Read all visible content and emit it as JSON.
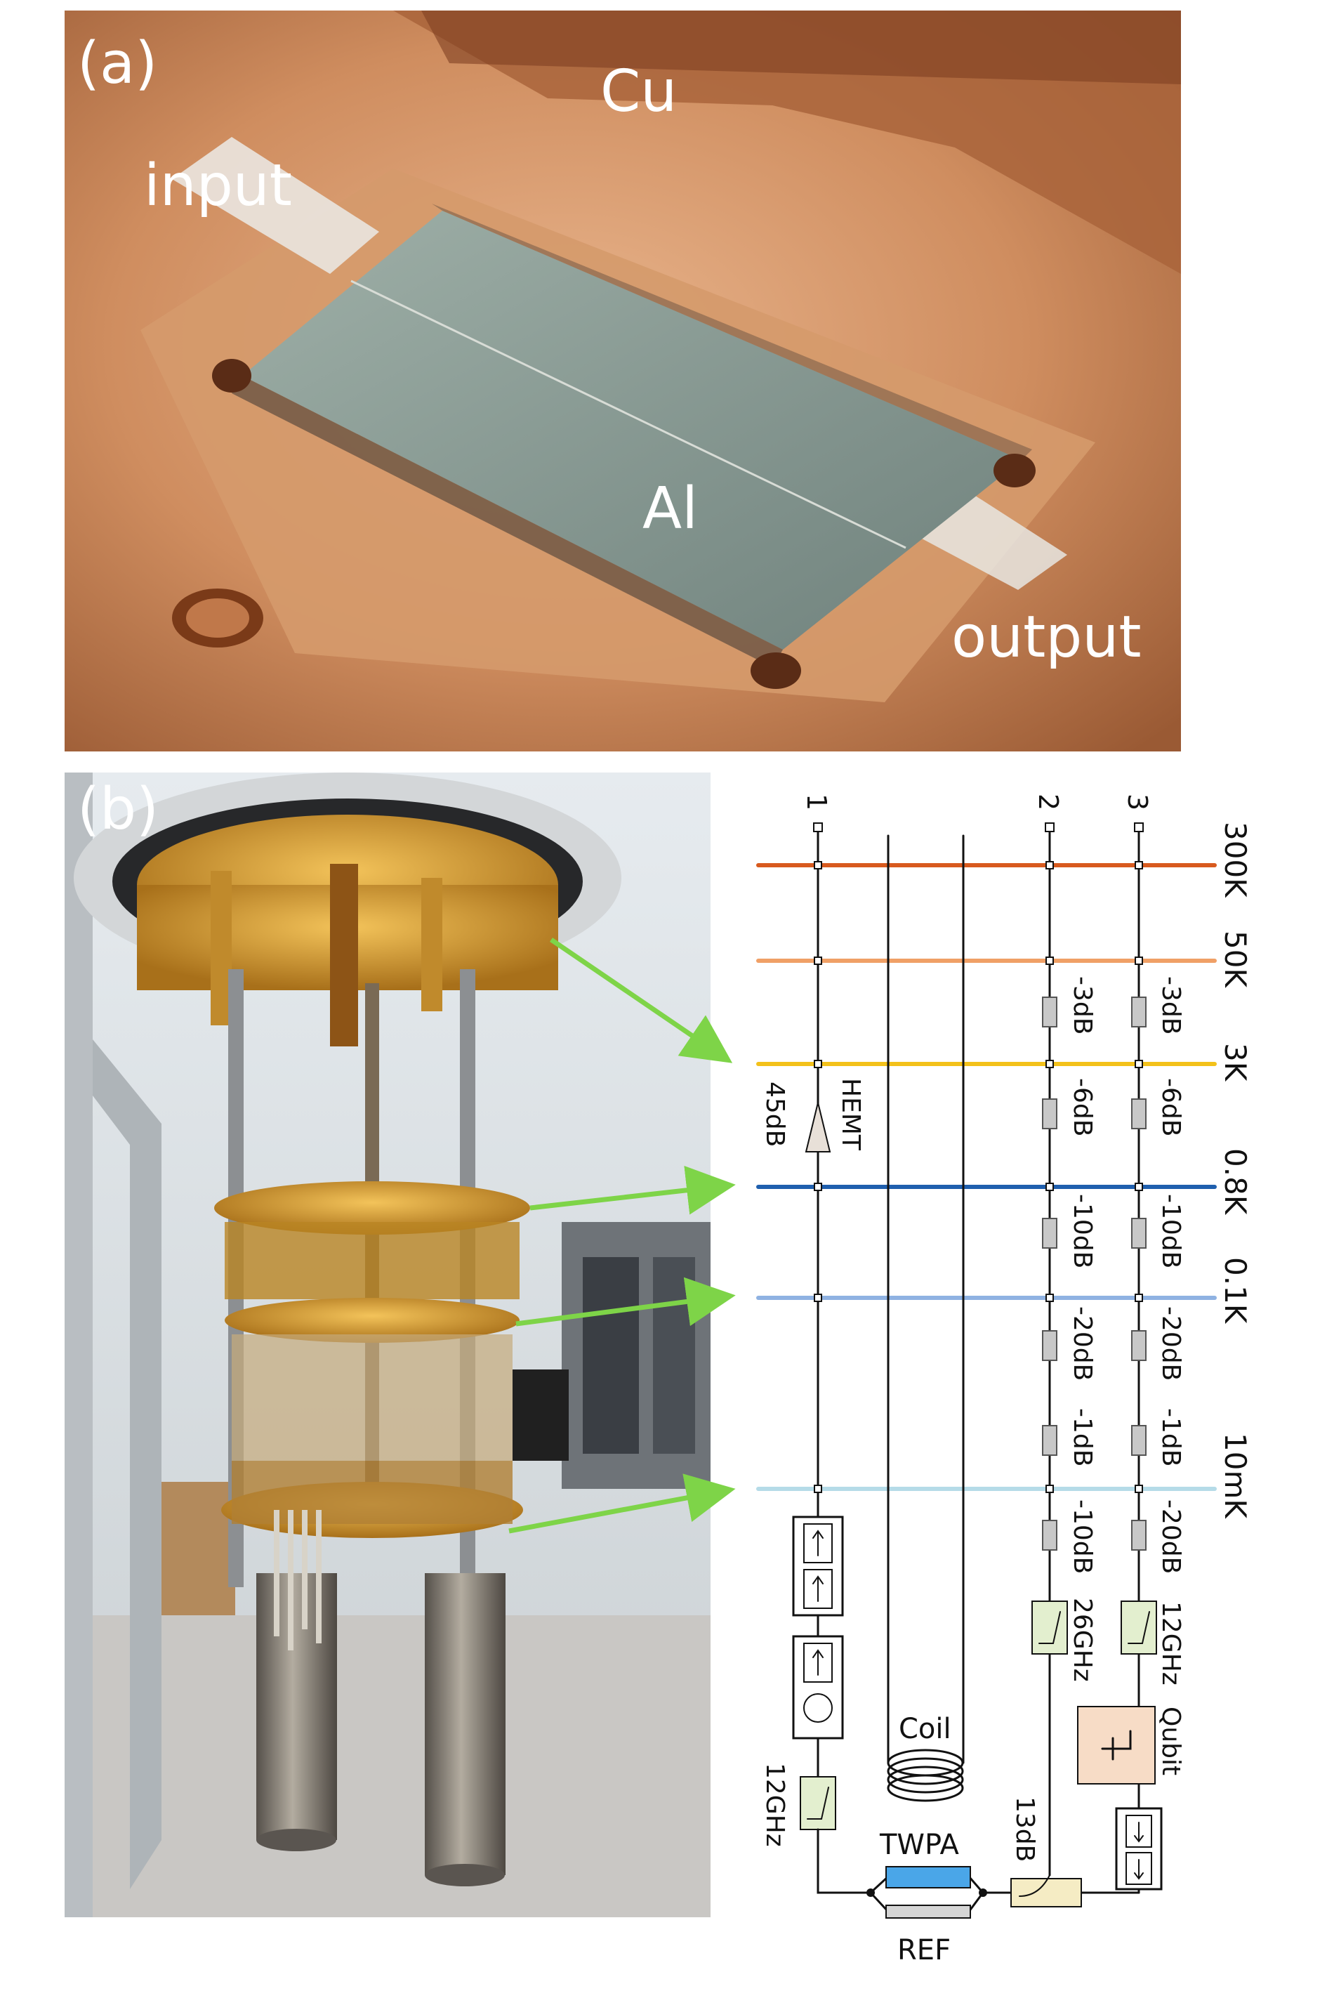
{
  "panel_a": {
    "label": "(a)",
    "cu_label": "Cu",
    "input_label": "input",
    "al_label": "Al",
    "output_label": "output"
  },
  "panel_b": {
    "label": "(b)",
    "arrow_color": "#7ed448",
    "temperature_stages": [
      {
        "name": "300K",
        "color": "#d85a1e"
      },
      {
        "name": "50K",
        "color": "#f0a066"
      },
      {
        "name": "3K",
        "color": "#f3c11a"
      },
      {
        "name": "0.8K",
        "color": "#1f5fae"
      },
      {
        "name": "0.1K",
        "color": "#8fb2e2"
      },
      {
        "name": "10mK",
        "color": "#b5dbe8"
      }
    ],
    "lines": [
      {
        "id": "1",
        "components": [
          "-3dB",
          "-6dB",
          "-10dB",
          "-20dB",
          "-1dB",
          "-20dB",
          "12GHz",
          "Qubit"
        ]
      },
      {
        "id": "2",
        "components": [
          "-3dB",
          "-6dB",
          "-10dB",
          "-20dB",
          "-1dB",
          "-10dB",
          "26GHz",
          "13dB"
        ]
      },
      {
        "id": "3",
        "components": [
          "HEMT",
          "45dB",
          "12GHz"
        ]
      }
    ],
    "coil_label": "Coil",
    "twpa_label": "TWPA",
    "twpa_color": "#4aa6e8",
    "ref_label": "REF",
    "qubit_box_color": "#f7dcc6",
    "filter_box_color": "#e3efcf",
    "coupler_color": "#f5ecc4"
  }
}
